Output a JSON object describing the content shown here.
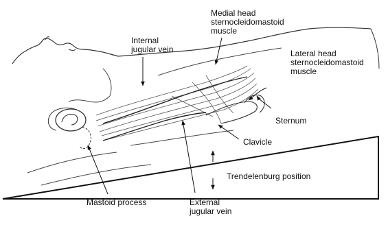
{
  "labels": {
    "medial_head": [
      "Medial head",
      "sternocleidomastoid",
      "muscle"
    ],
    "internal_jugular": [
      "Internal",
      "jugular vein"
    ],
    "lateral_head": [
      "Lateral head",
      "sternocleidomastoid",
      "muscle"
    ],
    "sternum": "Sternum",
    "clavicle": "Clavicle",
    "trendelenburg": "Trendelenburg position",
    "mastoid": "Mastoid process",
    "external_jugular": [
      "External",
      "jugular vein"
    ]
  },
  "colors": {
    "ink": "#111111",
    "background": "#ffffff"
  }
}
